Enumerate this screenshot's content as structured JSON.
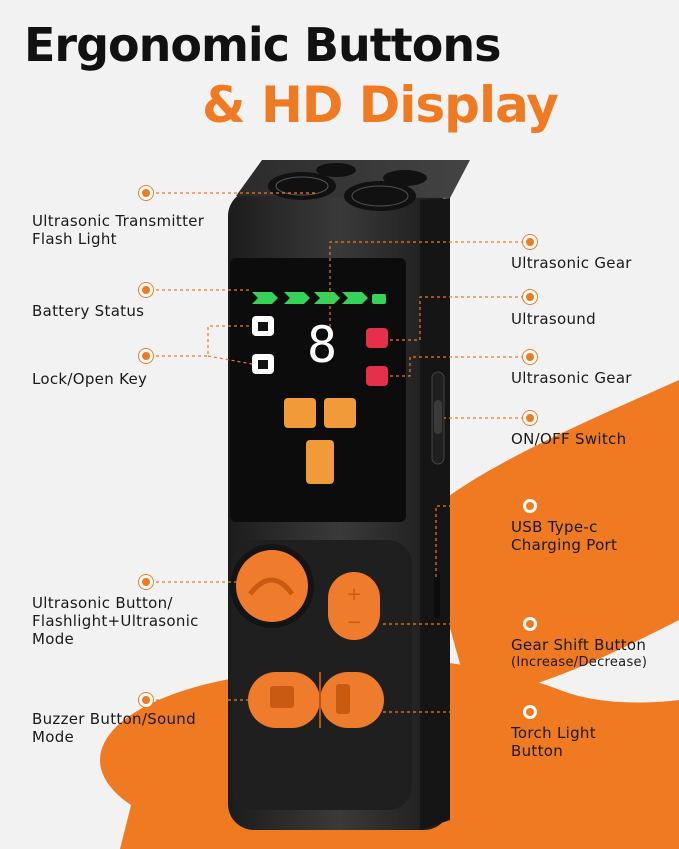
{
  "title": {
    "line1": "Ergonomic Buttons",
    "line2": "& HD Display"
  },
  "display": {
    "digit": "8"
  },
  "labels": {
    "transmitter": "Ultrasonic Transmitter Flash Light",
    "battery": "Battery Status",
    "lock": "Lock/Open Key",
    "ultrasonic_button": "Ultrasonic Button/ Flashlight+Ultrasonic Mode",
    "buzzer": "Buzzer Button/Sound Mode",
    "gear_top": "Ultrasonic Gear",
    "ultrasound": "Ultrasound",
    "gear_mid": "Ultrasonic Gear",
    "onoff": "ON/OFF Switch",
    "usb": "USB Type-c Charging Port",
    "gear_shift": "Gear Shift Button",
    "gear_shift_sub": "(Increase/Decrease)",
    "torch": "Torch Light Button"
  },
  "colors": {
    "accent": "#f07a22",
    "device": "#2a2a2a",
    "screen": "#0c0c0c",
    "battery": "#36d35a",
    "alert": "#e5304c"
  }
}
